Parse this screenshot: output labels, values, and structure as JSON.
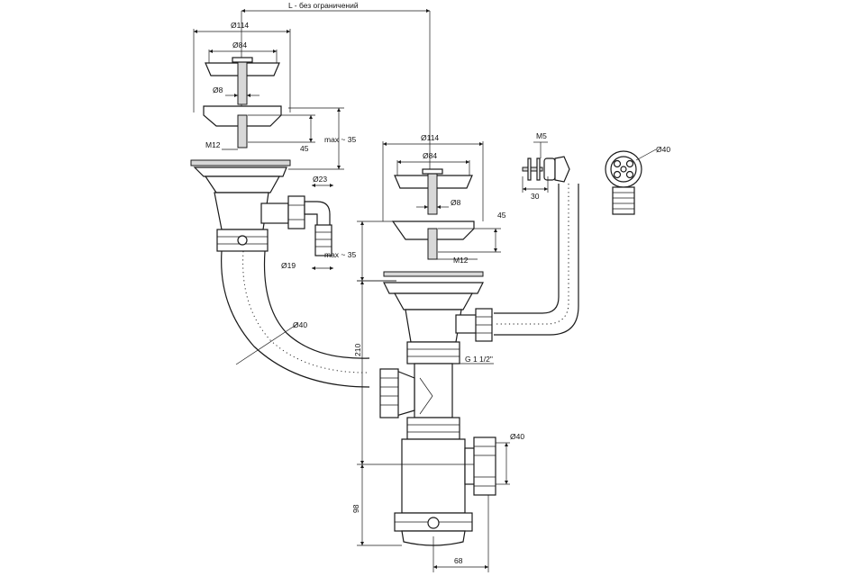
{
  "labels": {
    "l_length": "L - без ограничений",
    "d114_left": "Ø114",
    "d84_left": "Ø84",
    "d8_left": "Ø8",
    "m12_left": "M12",
    "h45_left": "45",
    "max35_left": "max ~ 35",
    "d23": "Ø23",
    "d19": "Ø19",
    "d40_hose": "Ø40",
    "d114_right": "Ø114",
    "d84_right": "Ø84",
    "d8_right": "Ø8",
    "h45_right": "45",
    "m12_right": "M12",
    "max35_right": "max ~ 35",
    "m5": "M5",
    "w30": "30",
    "d40_overflow": "Ø40",
    "g112": "G 1 1/2\"",
    "h210": "210",
    "d40_outlet": "Ø40",
    "h98": "98",
    "w68": "68"
  }
}
